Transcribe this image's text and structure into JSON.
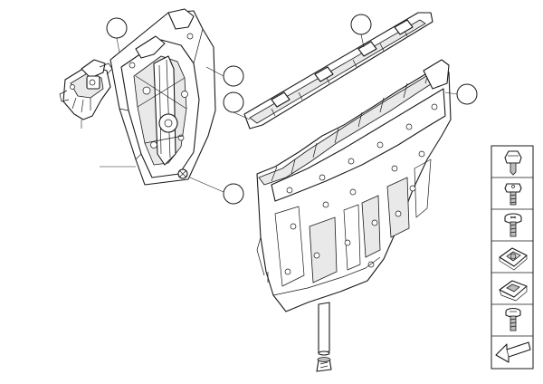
{
  "diagram": {
    "kind": "exploded-parts-diagram",
    "callouts": [
      {
        "id": "callout-1",
        "label": ""
      },
      {
        "id": "callout-2",
        "label": ""
      },
      {
        "id": "callout-3",
        "label": ""
      },
      {
        "id": "callout-4",
        "label": ""
      },
      {
        "id": "callout-5",
        "label": ""
      },
      {
        "id": "callout-6",
        "label": ""
      }
    ],
    "parts": [
      {
        "name": "window-regulator-motor",
        "icon": "motor-icon"
      },
      {
        "name": "window-regulator-frame",
        "icon": "regulator-icon"
      },
      {
        "name": "weatherstrip-rail",
        "icon": "rail-icon"
      },
      {
        "name": "door-carrier-panel",
        "icon": "panel-icon"
      },
      {
        "name": "guide-rod",
        "icon": "rod-icon"
      }
    ],
    "legend": [
      {
        "name": "legend-clip-fastener",
        "icon": "clip-fastener-icon"
      },
      {
        "name": "legend-hex-bolt",
        "icon": "hex-bolt-icon"
      },
      {
        "name": "legend-torx-screw",
        "icon": "torx-screw-icon"
      },
      {
        "name": "legend-clip-nut",
        "icon": "clip-nut-icon"
      },
      {
        "name": "legend-spring-nut",
        "icon": "spring-nut-icon"
      },
      {
        "name": "legend-pan-screw",
        "icon": "pan-screw-icon"
      },
      {
        "name": "legend-arrow",
        "icon": "arrow-icon"
      }
    ],
    "colors": {
      "line": "#1a1a1a",
      "background": "#ffffff"
    }
  }
}
